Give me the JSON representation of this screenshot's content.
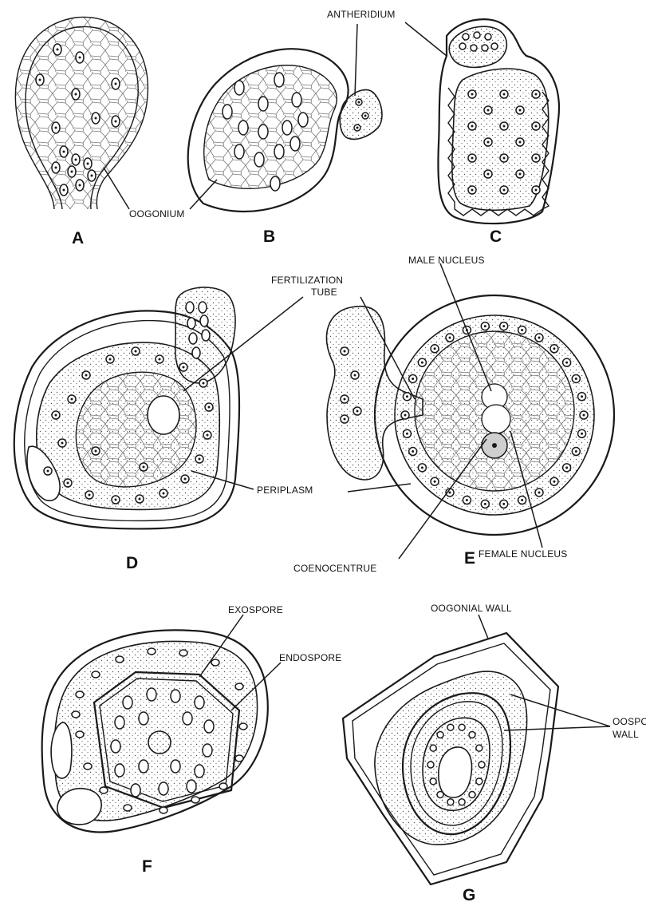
{
  "panels": [
    {
      "id": "A",
      "letter": "A"
    },
    {
      "id": "B",
      "letter": "B"
    },
    {
      "id": "C",
      "letter": "C"
    },
    {
      "id": "D",
      "letter": "D"
    },
    {
      "id": "E",
      "letter": "E"
    },
    {
      "id": "F",
      "letter": "F"
    },
    {
      "id": "G",
      "letter": "G"
    }
  ],
  "labels": {
    "antheridium": "ANTHERIDIUM",
    "oogonium": "OOGONIUM",
    "fertilization_line1": "FERTILIZATION",
    "fertilization_line2": "TUBE",
    "male_nucleus": "MALE NUCLEUS",
    "periplasm": "PERIPLASM",
    "coenocentrue": "COENOCENTRUE",
    "female_nucleus": "FEMALE NUCLEUS",
    "exospore": "EXOSPORE",
    "endospore": "ENDOSPORE",
    "oogonial_wall": "OOGONIAL WALL",
    "oospore_line1": "OOSPORE",
    "oospore_line2": "WALL"
  }
}
